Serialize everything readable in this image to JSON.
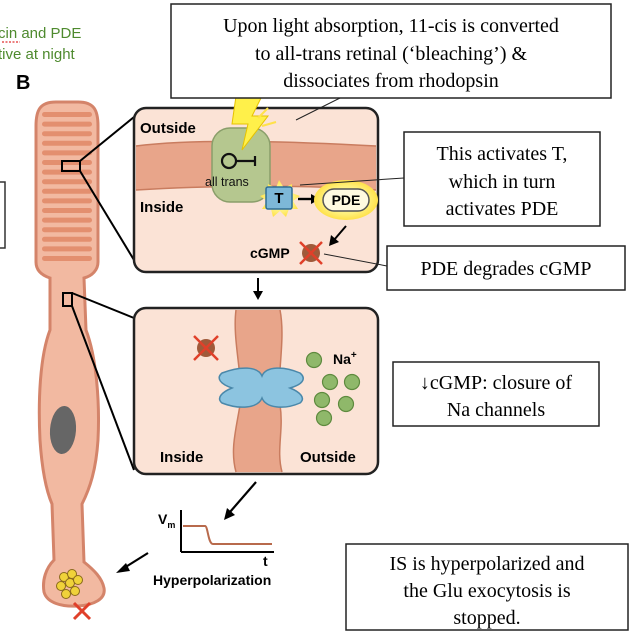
{
  "corner_caption": {
    "line1": "cin and PDE",
    "line2": "tive at night"
  },
  "panel_label": "B",
  "callouts": {
    "bleaching": {
      "line1": "Upon light absorption, 11-cis is converted",
      "line2": "to all-trans retinal (‘bleaching’) &",
      "line3": "dissociates from rhodopsin"
    },
    "activates": {
      "line1": "This activates T,",
      "line2": "which in turn",
      "line3": "activates PDE"
    },
    "degrades": {
      "line1": "PDE degrades cGMP"
    },
    "closure": {
      "line1": "↓cGMP: closure of",
      "line2": "Na channels"
    },
    "hyperpolarized": {
      "line1": "IS is hyperpolarized and",
      "line2": "the Glu exocytosis is",
      "line3": "stopped."
    }
  },
  "top_inset": {
    "outside_label": "Outside",
    "inside_label": "Inside",
    "retinal_label": "all trans",
    "transducin_label": "T",
    "pde_label": "PDE",
    "cgmp_label": "cGMP"
  },
  "bottom_inset": {
    "inside_label": "Inside",
    "outside_label": "Outside",
    "sodium_label": "Na",
    "sodium_charge": "+"
  },
  "graph": {
    "y_label": "V",
    "y_subscript": "m",
    "x_label": "t",
    "caption": "Hyperpolarization"
  },
  "colors": {
    "cell_fill": "#f2b9a1",
    "cell_stroke": "#d4846a",
    "membrane": "#e8a58a",
    "inset_bg": "#fbe3d6",
    "rhodopsin": "#b5c78f",
    "yellow_glow": "#fff07a",
    "transducin": "#7db8d8",
    "channel": "#8cc4e0",
    "na_ion": "#8fb86a",
    "cgmp": "#a05a3a",
    "x_mark": "#e0402a",
    "caption_green": "#4e8a2e"
  }
}
